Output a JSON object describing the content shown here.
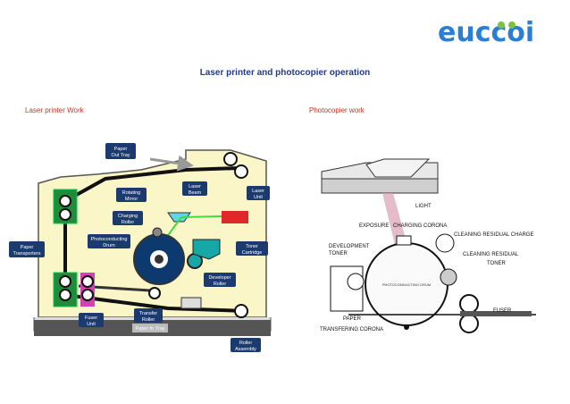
{
  "brand": {
    "logo_text": "euccoi",
    "colors": {
      "blue": "#2a7fd4",
      "green": "#7cc242"
    }
  },
  "page": {
    "title": "Laser printer and photocopier operation"
  },
  "left_panel": {
    "caption": "Laser printer Work",
    "labels": {
      "paper_out_tray": [
        "Paper",
        "Out Tray"
      ],
      "laser_beam": [
        "Laser",
        "Beam"
      ],
      "laser_unit": [
        "Laser",
        "Unit"
      ],
      "rotating_mirror": [
        "Rotating",
        "Mirror"
      ],
      "charging_roller": [
        "Charging",
        "Roller"
      ],
      "photoconducting_drum": [
        "Photoconducting",
        "Drum"
      ],
      "toner_cartridge": [
        "Toner",
        "Cartridge"
      ],
      "developer_roller": [
        "Developer",
        "Roller"
      ],
      "paper_transporters": [
        "Paper",
        "Transporters"
      ],
      "fuser_unit": [
        "Fuser",
        "Unit"
      ],
      "transfer_roller": [
        "Transfer",
        "Roller"
      ],
      "paper_in_tray": "Paper In Tray",
      "roller_assembly": [
        "Roller",
        "Assembly"
      ]
    }
  },
  "right_panel": {
    "caption": "Photocopier work",
    "labels": {
      "light": "LIGHT",
      "exposure": "EXPOSURE",
      "charging_corona": "CHARGING CORONA",
      "cleaning_residual_charge": "CLEANING RESIDUAL CHARGE",
      "development_toner": [
        "DEVELOPMENT",
        "TONER"
      ],
      "cleaning_residual_toner": [
        "CLEANING RESIDUAL",
        "TONER"
      ],
      "drum": "PHOTOCONDUCTING DRUM",
      "fuser": "FUSER",
      "paper": "PAPER",
      "transfering_corona": "TRANSFERING CORONA"
    }
  }
}
